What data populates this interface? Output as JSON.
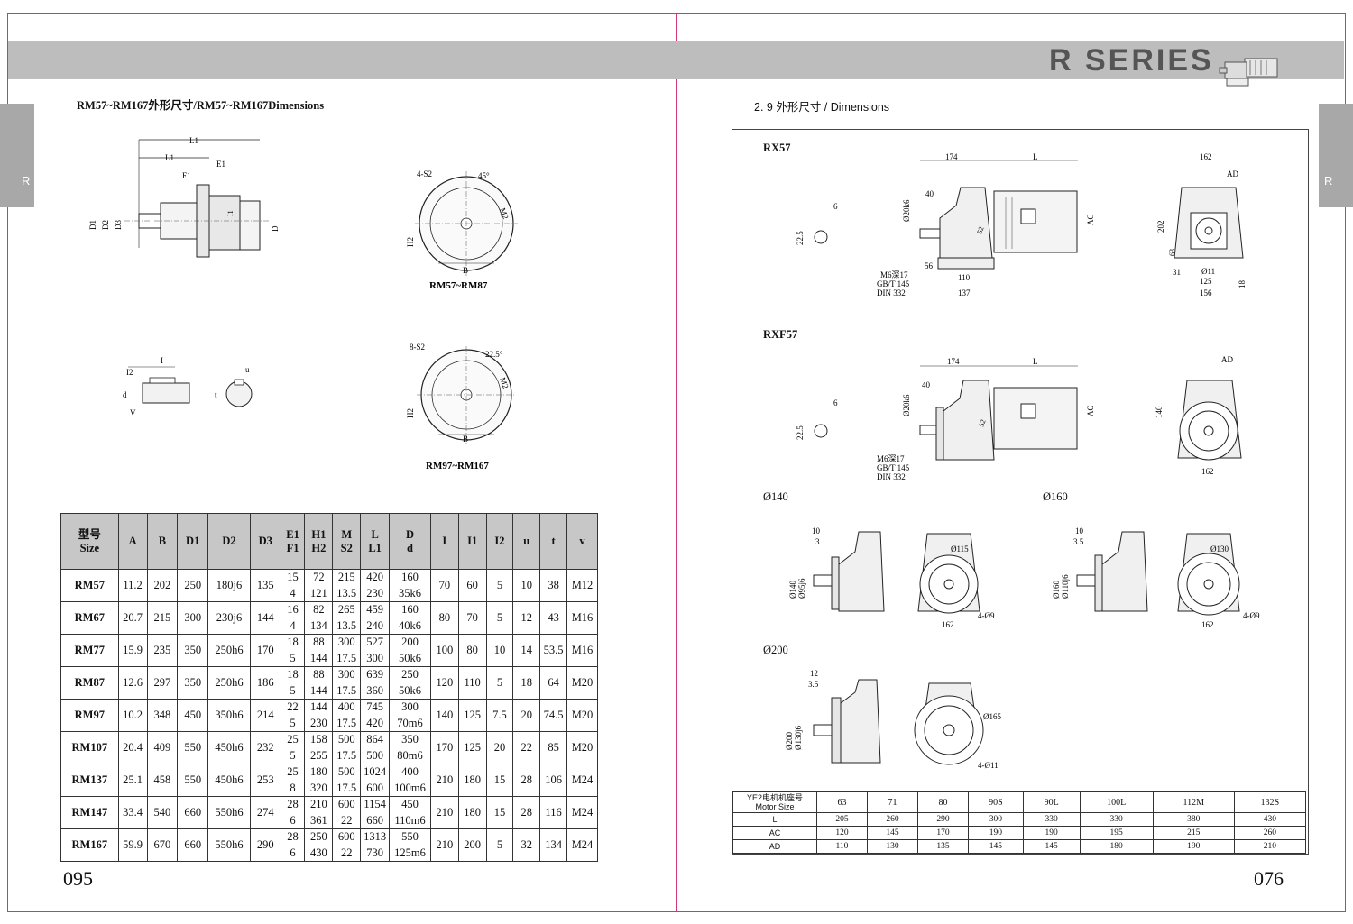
{
  "left_page": {
    "heading": "RM57~RM167外形尺寸/RM57~RM167Dimensions",
    "tab_letter": "R",
    "page_number": "095",
    "diagram_labels": {
      "small_flange": "RM57~RM87",
      "large_flange": "RM97~RM167",
      "dims": [
        "L1",
        "L1",
        "E1",
        "F1",
        "D1",
        "D2",
        "D3",
        "D",
        "I1",
        "4-S2",
        "45°",
        "M2",
        "H2",
        "B",
        "8-S2",
        "22.5°",
        "I",
        "I2",
        "d",
        "V",
        "t",
        "u"
      ]
    },
    "table": {
      "headers": [
        {
          "top": "型号",
          "bottom": "Size"
        },
        {
          "top": "A",
          "bottom": ""
        },
        {
          "top": "B",
          "bottom": ""
        },
        {
          "top": "D1",
          "bottom": ""
        },
        {
          "top": "D2",
          "bottom": ""
        },
        {
          "top": "D3",
          "bottom": ""
        },
        {
          "top": "E1",
          "bottom": "F1"
        },
        {
          "top": "H1",
          "bottom": "H2"
        },
        {
          "top": "M",
          "bottom": "S2"
        },
        {
          "top": "L",
          "bottom": "L1"
        },
        {
          "top": "D",
          "bottom": "d"
        },
        {
          "top": "I",
          "bottom": ""
        },
        {
          "top": "I1",
          "bottom": ""
        },
        {
          "top": "I2",
          "bottom": ""
        },
        {
          "top": "u",
          "bottom": ""
        },
        {
          "top": "t",
          "bottom": ""
        },
        {
          "top": "v",
          "bottom": ""
        }
      ],
      "rows": [
        {
          "model": "RM57",
          "A": "11.2",
          "B": "202",
          "D1": "250",
          "D2": "180j6",
          "D3": "135",
          "E1": "15",
          "F1": "4",
          "H1": "72",
          "H2": "121",
          "M": "215",
          "S2": "13.5",
          "L": "420",
          "L1": "230",
          "D": "160",
          "d": "35k6",
          "I": "70",
          "I1": "60",
          "I2": "5",
          "u": "10",
          "t": "38",
          "v": "M12"
        },
        {
          "model": "RM67",
          "A": "20.7",
          "B": "215",
          "D1": "300",
          "D2": "230j6",
          "D3": "144",
          "E1": "16",
          "F1": "4",
          "H1": "82",
          "H2": "134",
          "M": "265",
          "S2": "13.5",
          "L": "459",
          "L1": "240",
          "D": "160",
          "d": "40k6",
          "I": "80",
          "I1": "70",
          "I2": "5",
          "u": "12",
          "t": "43",
          "v": "M16"
        },
        {
          "model": "RM77",
          "A": "15.9",
          "B": "235",
          "D1": "350",
          "D2": "250h6",
          "D3": "170",
          "E1": "18",
          "F1": "5",
          "H1": "88",
          "H2": "144",
          "M": "300",
          "S2": "17.5",
          "L": "527",
          "L1": "300",
          "D": "200",
          "d": "50k6",
          "I": "100",
          "I1": "80",
          "I2": "10",
          "u": "14",
          "t": "53.5",
          "v": "M16"
        },
        {
          "model": "RM87",
          "A": "12.6",
          "B": "297",
          "D1": "350",
          "D2": "250h6",
          "D3": "186",
          "E1": "18",
          "F1": "5",
          "H1": "88",
          "H2": "144",
          "M": "300",
          "S2": "17.5",
          "L": "639",
          "L1": "360",
          "D": "250",
          "d": "50k6",
          "I": "120",
          "I1": "110",
          "I2": "5",
          "u": "18",
          "t": "64",
          "v": "M20"
        },
        {
          "model": "RM97",
          "A": "10.2",
          "B": "348",
          "D1": "450",
          "D2": "350h6",
          "D3": "214",
          "E1": "22",
          "F1": "5",
          "H1": "144",
          "H2": "230",
          "M": "400",
          "S2": "17.5",
          "L": "745",
          "L1": "420",
          "D": "300",
          "d": "70m6",
          "I": "140",
          "I1": "125",
          "I2": "7.5",
          "u": "20",
          "t": "74.5",
          "v": "M20"
        },
        {
          "model": "RM107",
          "A": "20.4",
          "B": "409",
          "D1": "550",
          "D2": "450h6",
          "D3": "232",
          "E1": "25",
          "F1": "5",
          "H1": "158",
          "H2": "255",
          "M": "500",
          "S2": "17.5",
          "L": "864",
          "L1": "500",
          "D": "350",
          "d": "80m6",
          "I": "170",
          "I1": "125",
          "I2": "20",
          "u": "22",
          "t": "85",
          "v": "M20"
        },
        {
          "model": "RM137",
          "A": "25.1",
          "B": "458",
          "D1": "550",
          "D2": "450h6",
          "D3": "253",
          "E1": "25",
          "F1": "8",
          "H1": "180",
          "H2": "320",
          "M": "500",
          "S2": "17.5",
          "L": "1024",
          "L1": "600",
          "D": "400",
          "d": "100m6",
          "I": "210",
          "I1": "180",
          "I2": "15",
          "u": "28",
          "t": "106",
          "v": "M24"
        },
        {
          "model": "RM147",
          "A": "33.4",
          "B": "540",
          "D1": "660",
          "D2": "550h6",
          "D3": "274",
          "E1": "28",
          "F1": "6",
          "H1": "210",
          "H2": "361",
          "M": "600",
          "S2": "22",
          "L": "1154",
          "L1": "660",
          "D": "450",
          "d": "110m6",
          "I": "210",
          "I1": "180",
          "I2": "15",
          "u": "28",
          "t": "116",
          "v": "M24"
        },
        {
          "model": "RM167",
          "A": "59.9",
          "B": "670",
          "D1": "660",
          "D2": "550h6",
          "D3": "290",
          "E1": "28",
          "F1": "6",
          "H1": "250",
          "H2": "430",
          "M": "600",
          "S2": "22",
          "L": "1313",
          "L1": "730",
          "D": "550",
          "d": "125m6",
          "I": "210",
          "I1": "200",
          "I2": "5",
          "u": "32",
          "t": "134",
          "v": "M24"
        }
      ]
    }
  },
  "right_page": {
    "series_title": "R SERIES",
    "heading": "2. 9 外形尺寸 / Dimensions",
    "tab_letter": "R",
    "page_number": "076",
    "rx57": {
      "label": "RX57",
      "dims": [
        "174",
        "L",
        "6",
        "22.5",
        "40",
        "Ø20k6",
        "52",
        "AC",
        "M6深17",
        "GB/T 145",
        "DIN 332",
        "56",
        "110",
        "137",
        "162",
        "AD",
        "202",
        "63",
        "31",
        "Ø11",
        "125",
        "156",
        "18"
      ]
    },
    "rxf57": {
      "label": "RXF57",
      "dims": [
        "174",
        "L",
        "6",
        "22.5",
        "40",
        "Ø20k6",
        "52",
        "AC",
        "M6深17",
        "GB/T 145",
        "DIN 332",
        "AD",
        "140",
        "162"
      ]
    },
    "flanges": [
      {
        "label": "Ø140",
        "dims": [
          "10",
          "3",
          "Ø140",
          "Ø95j6",
          "Ø115",
          "162",
          "4-Ø9"
        ]
      },
      {
        "label": "Ø160",
        "dims": [
          "10",
          "3.5",
          "Ø160",
          "Ø110j6",
          "Ø130",
          "162",
          "4-Ø9"
        ]
      },
      {
        "label": "Ø200",
        "dims": [
          "12",
          "3.5",
          "Ø200",
          "Ø130j6",
          "Ø165",
          "4-Ø11"
        ]
      }
    ],
    "motor_table": {
      "header_label_cn": "YE2电机机座号",
      "header_label_en": "Motor Size",
      "sizes": [
        "63",
        "71",
        "80",
        "90S",
        "90L",
        "100L",
        "112M",
        "132S"
      ],
      "rows": [
        {
          "label": "L",
          "values": [
            "205",
            "260",
            "290",
            "300",
            "330",
            "330",
            "380",
            "430"
          ]
        },
        {
          "label": "AC",
          "values": [
            "120",
            "145",
            "170",
            "190",
            "190",
            "195",
            "215",
            "260"
          ]
        },
        {
          "label": "AD",
          "values": [
            "110",
            "130",
            "135",
            "145",
            "145",
            "180",
            "190",
            "210"
          ]
        }
      ]
    }
  },
  "colors": {
    "band": "#bdbdbd",
    "tab": "#a8a8a8",
    "crop": "#d4357a",
    "header_cell": "#c7c7c7",
    "title": "#555555"
  }
}
